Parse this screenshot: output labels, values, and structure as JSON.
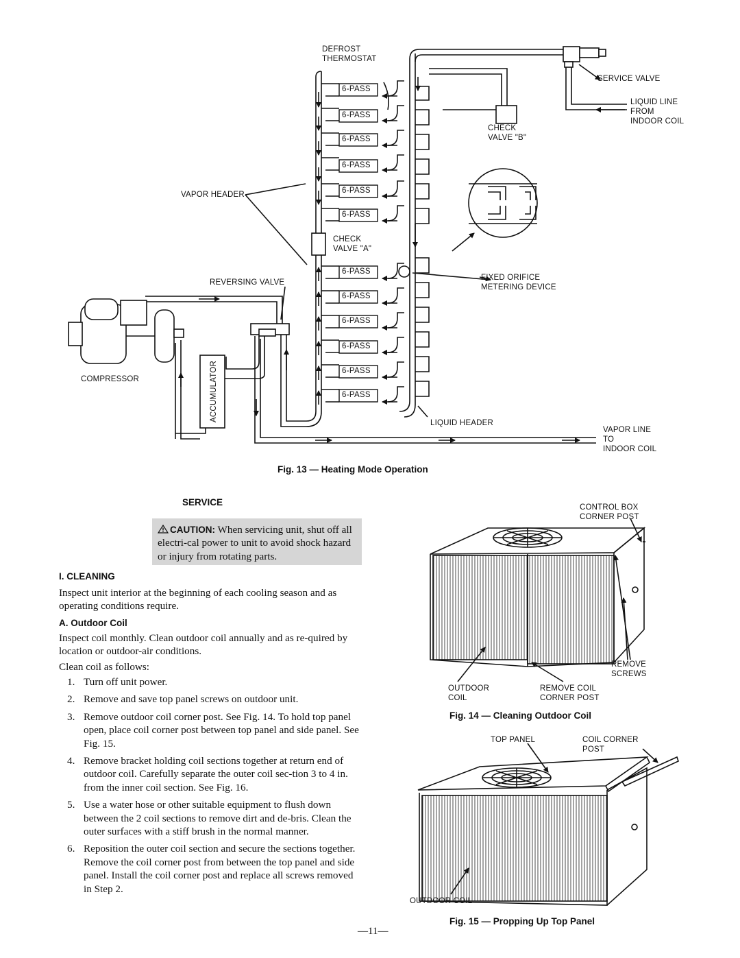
{
  "fig13": {
    "labels": {
      "defrost_thermostat": "DEFROST\nTHERMOSTAT",
      "service_valve": "SERVICE VALVE",
      "liquid_line": "LIQUID LINE\nFROM\nINDOOR COIL",
      "check_valve_b": "CHECK\nVALVE \"B\"",
      "vapor_header": "VAPOR HEADER",
      "check_valve_a": "CHECK\nVALVE \"A\"",
      "reversing_valve": "REVERSING VALVE",
      "fixed_orifice": "FIXED ORIFICE\nMETERING DEVICE",
      "compressor": "COMPRESSOR",
      "accumulator": "ACCUMULATOR",
      "liquid_header": "LIQUID HEADER",
      "vapor_line": "VAPOR LINE\nTO\nINDOOR COIL"
    },
    "pass_label": "6-PASS",
    "caption": "Fig. 13 — Heating Mode Operation"
  },
  "service": {
    "heading": "SERVICE",
    "caution_label": "CAUTION:",
    "caution_text": " When servicing unit, shut off all electri-cal power to unit to avoid shock hazard or injury from rotating parts.",
    "cleaning_heading": "I. CLEANING",
    "cleaning_text": "Inspect unit interior at the beginning of each cooling season and as operating conditions require.",
    "outdoor_coil_heading": "A. Outdoor Coil",
    "outdoor_coil_text": "Inspect coil monthly. Clean outdoor coil annually and as re-quired by location or outdoor-air conditions.",
    "clean_intro": "Clean coil as follows:",
    "steps": [
      {
        "num": "1.",
        "text": "Turn off unit power."
      },
      {
        "num": "2.",
        "text": "Remove and save top panel screws on outdoor unit."
      },
      {
        "num": "3.",
        "text": "Remove outdoor coil corner post. See Fig. 14. To hold top panel open, place coil corner post between top panel and side panel. See Fig. 15."
      },
      {
        "num": "4.",
        "text": "Remove bracket holding coil sections together at return end of outdoor coil. Carefully separate the outer coil sec-tion 3 to 4 in. from the inner coil section. See Fig. 16."
      },
      {
        "num": "5.",
        "text": "Use a water hose or other suitable equipment to flush down between the 2 coil sections to remove dirt and de-bris. Clean the outer surfaces with a stiff brush in the normal manner."
      },
      {
        "num": "6.",
        "text": "Reposition the outer coil section and secure the sections together. Remove the coil corner post from between the top panel and side panel. Install the coil corner post and replace all screws removed in Step 2."
      }
    ]
  },
  "fig14": {
    "control_box": "CONTROL BOX\nCORNER POST",
    "remove_screws": "REMOVE\nSCREWS",
    "outdoor_coil": "OUTDOOR\nCOIL",
    "remove_coil_post": "REMOVE COIL\nCORNER POST",
    "caption": "Fig. 14 — Cleaning Outdoor Coil"
  },
  "fig15": {
    "top_panel": "TOP PANEL",
    "coil_corner_post": "COIL CORNER\nPOST",
    "outdoor_coil": "OUTDOOR COIL",
    "caption": "Fig. 15 — Propping Up Top Panel"
  },
  "page_number": "—11—"
}
